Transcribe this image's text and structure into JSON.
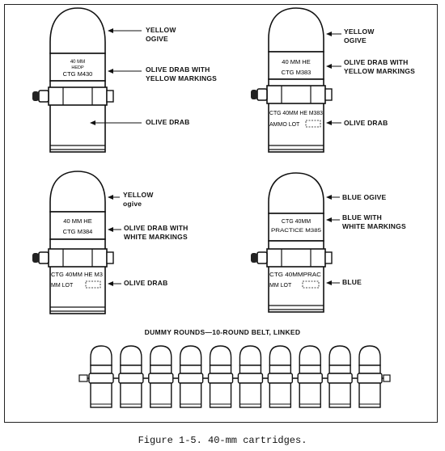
{
  "figure": {
    "caption": "Figure 1-5.  40-mm cartridges.",
    "belt_title": "DUMMY ROUNDS—10-ROUND BELT, LINKED",
    "belt_round_count": 10
  },
  "cartridges": [
    {
      "id": "m430",
      "marking_lines": [
        "40 MM",
        "HEDP",
        "CTG  M430"
      ],
      "callouts": {
        "ogive": "YELLOW\nOGIVE",
        "band": "OLIVE DRAB WITH\nYELLOW MARKINGS",
        "body": "OLIVE DRAB"
      },
      "body_markings": []
    },
    {
      "id": "m383",
      "marking_lines": [
        "40 MM HE",
        "CTG   M383"
      ],
      "callouts": {
        "ogive": "YELLOW\nOGIVE",
        "band": "OLIVE DRAB WITH\nYELLOW MARKINGS",
        "body": "OLIVE DRAB"
      },
      "body_markings": [
        "CTG 40MM HE M383",
        "AMMO LOT"
      ]
    },
    {
      "id": "m384",
      "marking_lines": [
        "40 MM HE",
        "CTG M384"
      ],
      "callouts": {
        "ogive": "YELLOW\nogive",
        "band": "OLIVE DRAB WITH\nWHITE MARKINGS",
        "body": "OLIVE DRAB"
      },
      "body_markings": [
        "CTG 40MM HE M3",
        "MM  LOT"
      ]
    },
    {
      "id": "m385",
      "marking_lines": [
        "CTG  40MM",
        "PRACTICE M385"
      ],
      "callouts": {
        "ogive": "BLUE OGIVE",
        "band": "BLUE WITH\nWHITE MARKINGS",
        "body": "BLUE"
      },
      "body_markings": [
        "CTG 40MMPRAC",
        "MM  LOT"
      ]
    }
  ],
  "colors": {
    "ink": "#111111",
    "paper": "#ffffff"
  }
}
